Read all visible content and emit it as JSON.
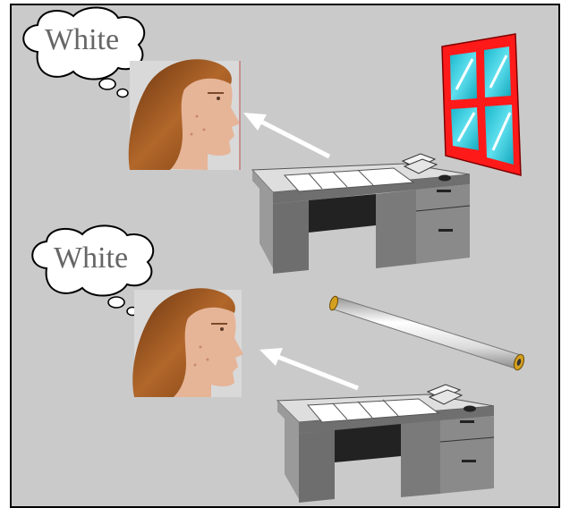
{
  "scenes": [
    {
      "thought": "White",
      "light_source": "window"
    },
    {
      "thought": "White",
      "light_source": "fluorescent-tube"
    }
  ],
  "colors": {
    "background": "#cacaca",
    "window_frame": "#ff1a1a",
    "window_glass": "#22c3d6",
    "desk_gray": "#8a8a8a",
    "arrow": "#ffffff",
    "hair": "#8b4a1e",
    "skin": "#e8b596"
  }
}
